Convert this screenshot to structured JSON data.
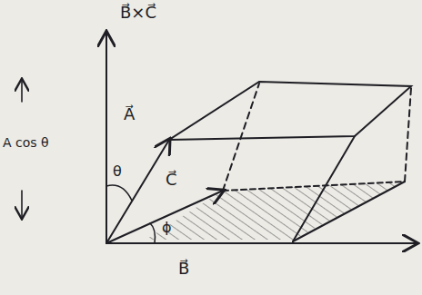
{
  "diagram": {
    "labels": [
      "B⃗×C⃗",
      "A⃗",
      "θ",
      "C⃗",
      "ϕ",
      "B⃗",
      "A cos θ"
    ]
  }
}
